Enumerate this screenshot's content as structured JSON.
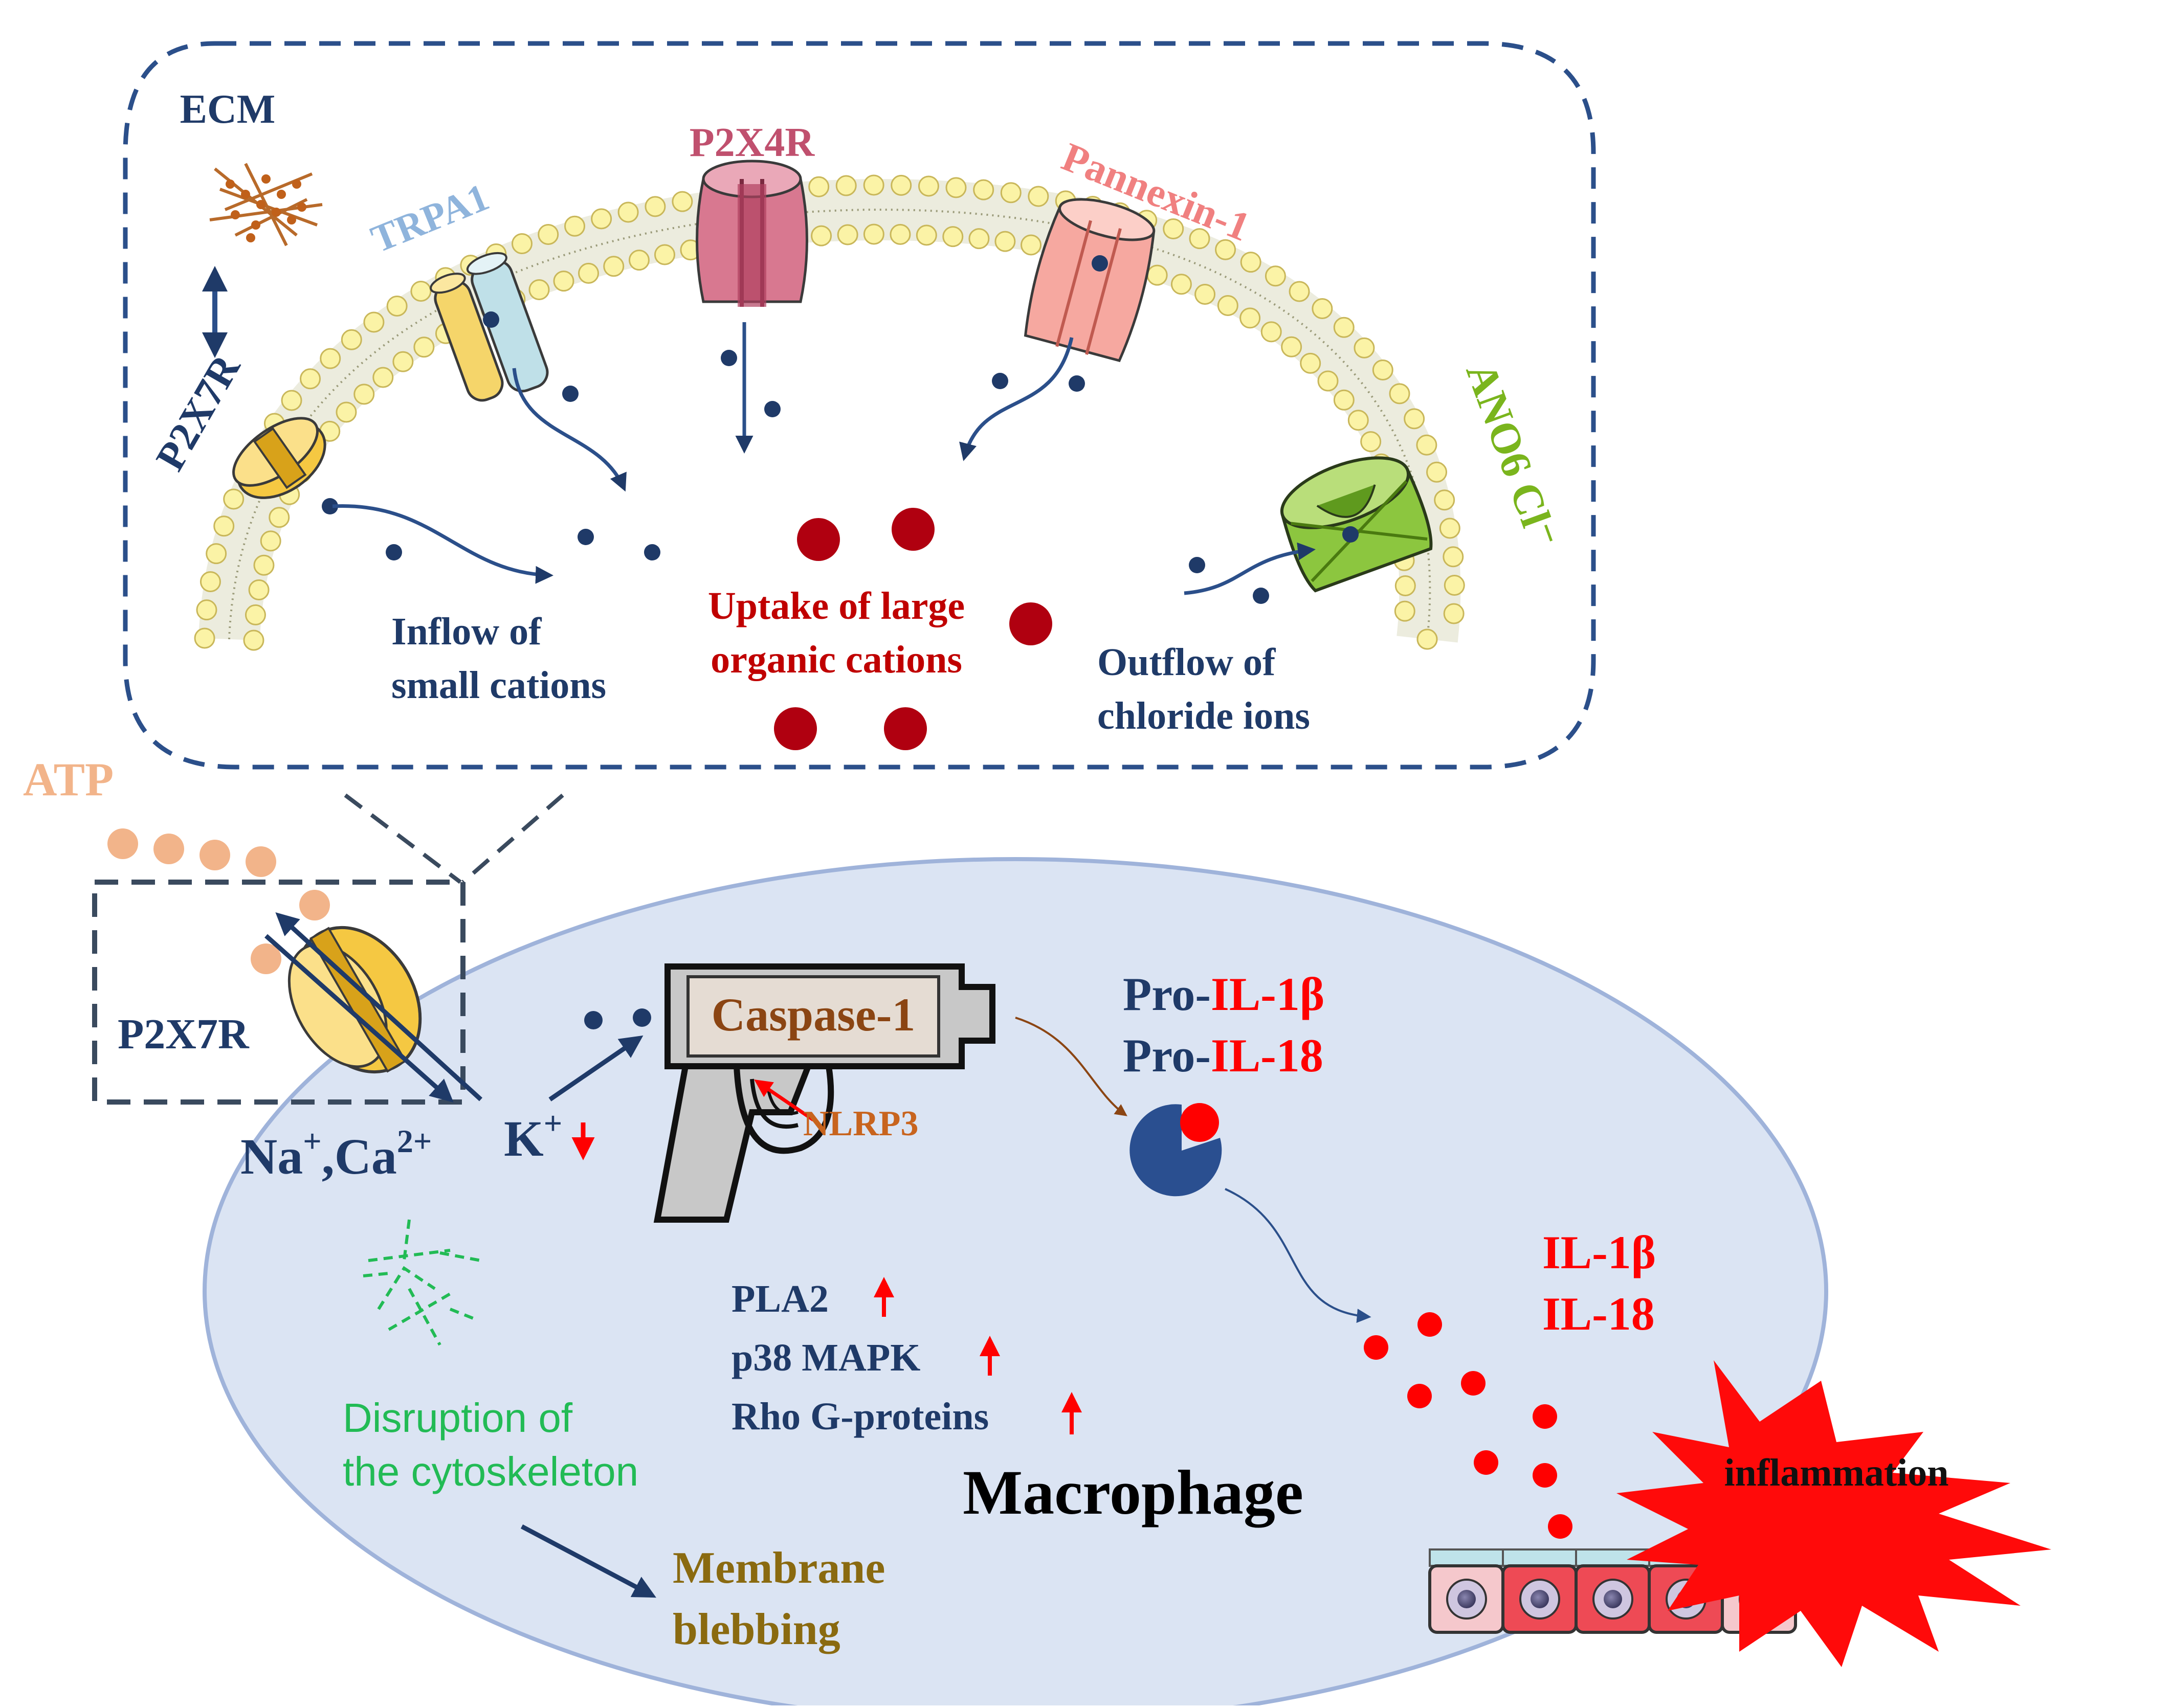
{
  "labels": {
    "ecm": "ECM",
    "trpa1": "TRPA1",
    "p2x4r": "P2X4R",
    "pannexin": "Pannexin-1",
    "p2x7r_top": "P2X7R",
    "ano6": "ANO6 Cl⁻",
    "inflow_line1": "Inflow of",
    "inflow_line2": "small cations",
    "uptake_line1": "Uptake of large",
    "uptake_line2": "organic cations",
    "outflow_line1": "Outflow of",
    "outflow_line2": "chloride ions",
    "atp": "ATP",
    "p2x7r_main": "P2X7R",
    "na": "Na",
    "na_sup": "+",
    "ca": ",Ca",
    "ca_sup": "2+",
    "k": "K",
    "k_sup": "+",
    "caspase": "Caspase-1",
    "nlrp3": "NLRP3",
    "pro": "Pro-",
    "il1b": "IL-1β",
    "il18": "IL-18",
    "pla2": "PLA2",
    "p38": "p38 MAPK",
    "rho": "Rho G-proteins",
    "disruption_line1": "Disruption of",
    "disruption_line2": "the cytoskeleton",
    "macrophage": "Macrophage",
    "membrane_line1": "Membrane",
    "membrane_line2": "blebbing",
    "il1b_out": "IL-1β",
    "il18_out": "IL-18",
    "inflammation": "inflammation"
  },
  "colors": {
    "navy": "#1f3a68",
    "dark_red": "#c00000",
    "bright_red": "#ff0000",
    "brown": "#8b4513",
    "orange": "#c8641e",
    "gold": "#8a6a10",
    "green": "#22bb55",
    "ano6_green": "#7ab51d",
    "trpa1_blue": "#8fb4dc",
    "p2x4_pink": "#c0506e",
    "pannexin_pink": "#f08080",
    "atp_peach": "#f2b48a",
    "cell_fill": "#dbe4f3",
    "cell_stroke": "#9fb3da",
    "lipid_head": "#fbf3a6",
    "lipid_edge": "#c9b75a"
  }
}
